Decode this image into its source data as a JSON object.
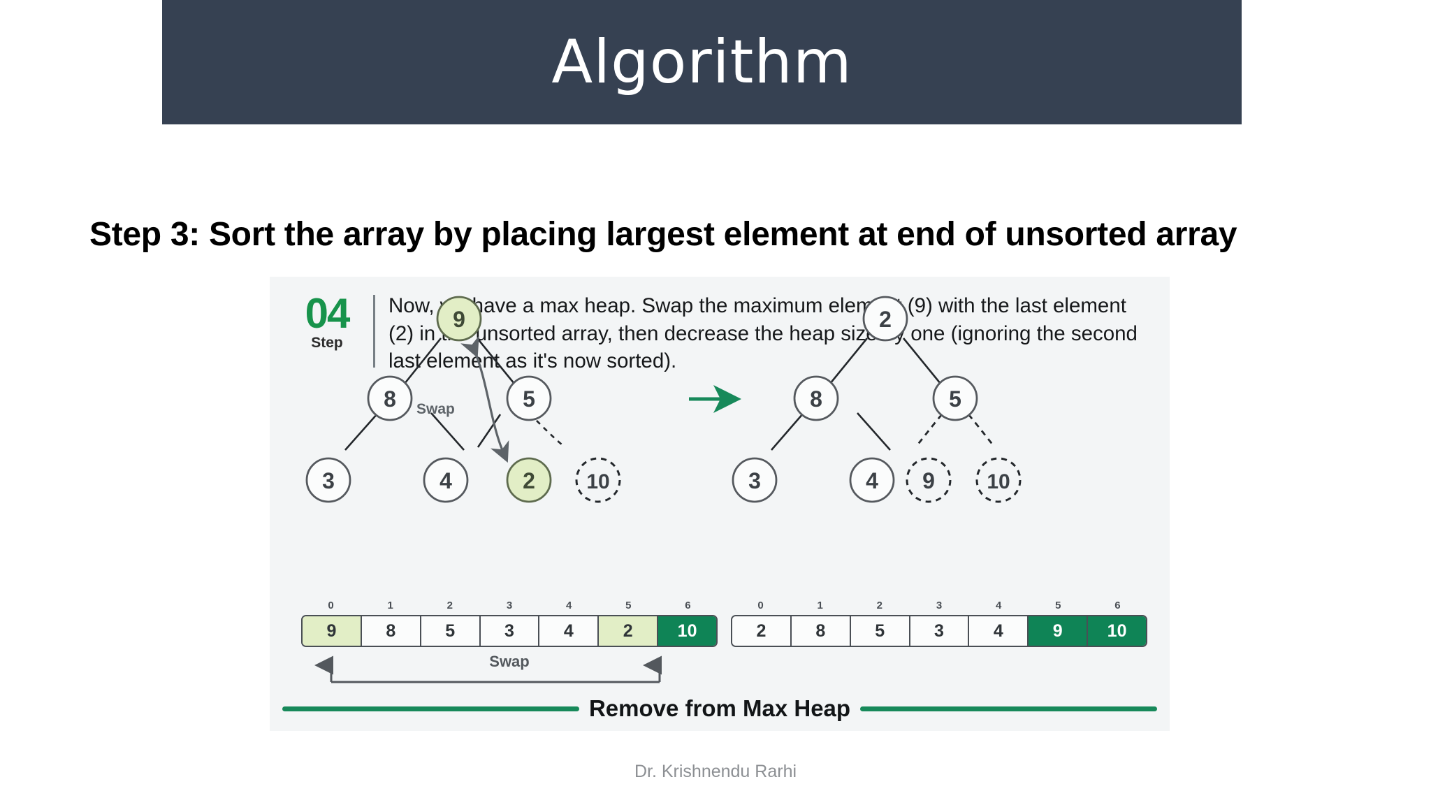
{
  "slide": {
    "title": "Algorithm",
    "heading": "Step 3: Sort the array by placing largest element at end of unsorted array",
    "footer_credit": "Dr. Krishnendu Rarhi",
    "header_bg": "#364152"
  },
  "infographic": {
    "step_number": "04",
    "step_word": "Step",
    "description": "Now, we have a max heap. Swap the maximum element (9) with the last element (2) in the unsorted array, then decrease the heap size by one (ignoring the second last element as it's now sorted).",
    "banner_text": "Remove from Max Heap",
    "swap_label_tree": "Swap",
    "swap_label_array": "Swap",
    "colors": {
      "accent_green": "#17934b",
      "dark_green": "#0f8456",
      "light_green": "#e2eec6",
      "card_bg": "#f3f5f6",
      "stroke": "#4a4f55"
    },
    "left_tree": {
      "nodes": [
        {
          "id": "root",
          "label": "9",
          "style": "highlight"
        },
        {
          "id": "l",
          "label": "8",
          "style": "plain"
        },
        {
          "id": "r",
          "label": "5",
          "style": "plain"
        },
        {
          "id": "ll",
          "label": "3",
          "style": "plain"
        },
        {
          "id": "lr",
          "label": "4",
          "style": "plain"
        },
        {
          "id": "rl",
          "label": "2",
          "style": "highlight"
        },
        {
          "id": "rr",
          "label": "10",
          "style": "dashed"
        }
      ]
    },
    "right_tree": {
      "nodes": [
        {
          "id": "root",
          "label": "2",
          "style": "plain"
        },
        {
          "id": "l",
          "label": "8",
          "style": "plain"
        },
        {
          "id": "r",
          "label": "5",
          "style": "plain"
        },
        {
          "id": "ll",
          "label": "3",
          "style": "plain"
        },
        {
          "id": "lr",
          "label": "4",
          "style": "plain"
        },
        {
          "id": "rl",
          "label": "9",
          "style": "dashed"
        },
        {
          "id": "rr",
          "label": "10",
          "style": "dashed"
        }
      ]
    },
    "left_array": {
      "indices": [
        "0",
        "1",
        "2",
        "3",
        "4",
        "5",
        "6"
      ],
      "values": [
        "9",
        "8",
        "5",
        "3",
        "4",
        "2",
        "10"
      ],
      "highlight_light": [
        0,
        5
      ],
      "highlight_dark": [
        6
      ]
    },
    "right_array": {
      "indices": [
        "0",
        "1",
        "2",
        "3",
        "4",
        "5",
        "6"
      ],
      "values": [
        "2",
        "8",
        "5",
        "3",
        "4",
        "9",
        "10"
      ],
      "highlight_light": [],
      "highlight_dark": [
        5,
        6
      ]
    }
  }
}
